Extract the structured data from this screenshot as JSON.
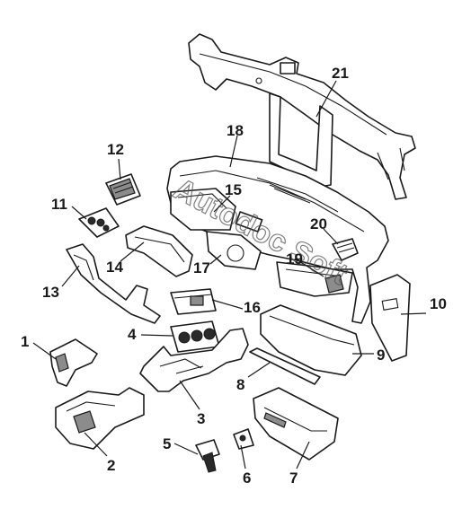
{
  "callouts": [
    "1",
    "2",
    "3",
    "4",
    "5",
    "6",
    "7",
    "8",
    "9",
    "10",
    "11",
    "12",
    "13",
    "14",
    "15",
    "16",
    "17",
    "18",
    "19",
    "20",
    "21"
  ],
  "watermark": {
    "text": "Autodoc Soft"
  }
}
